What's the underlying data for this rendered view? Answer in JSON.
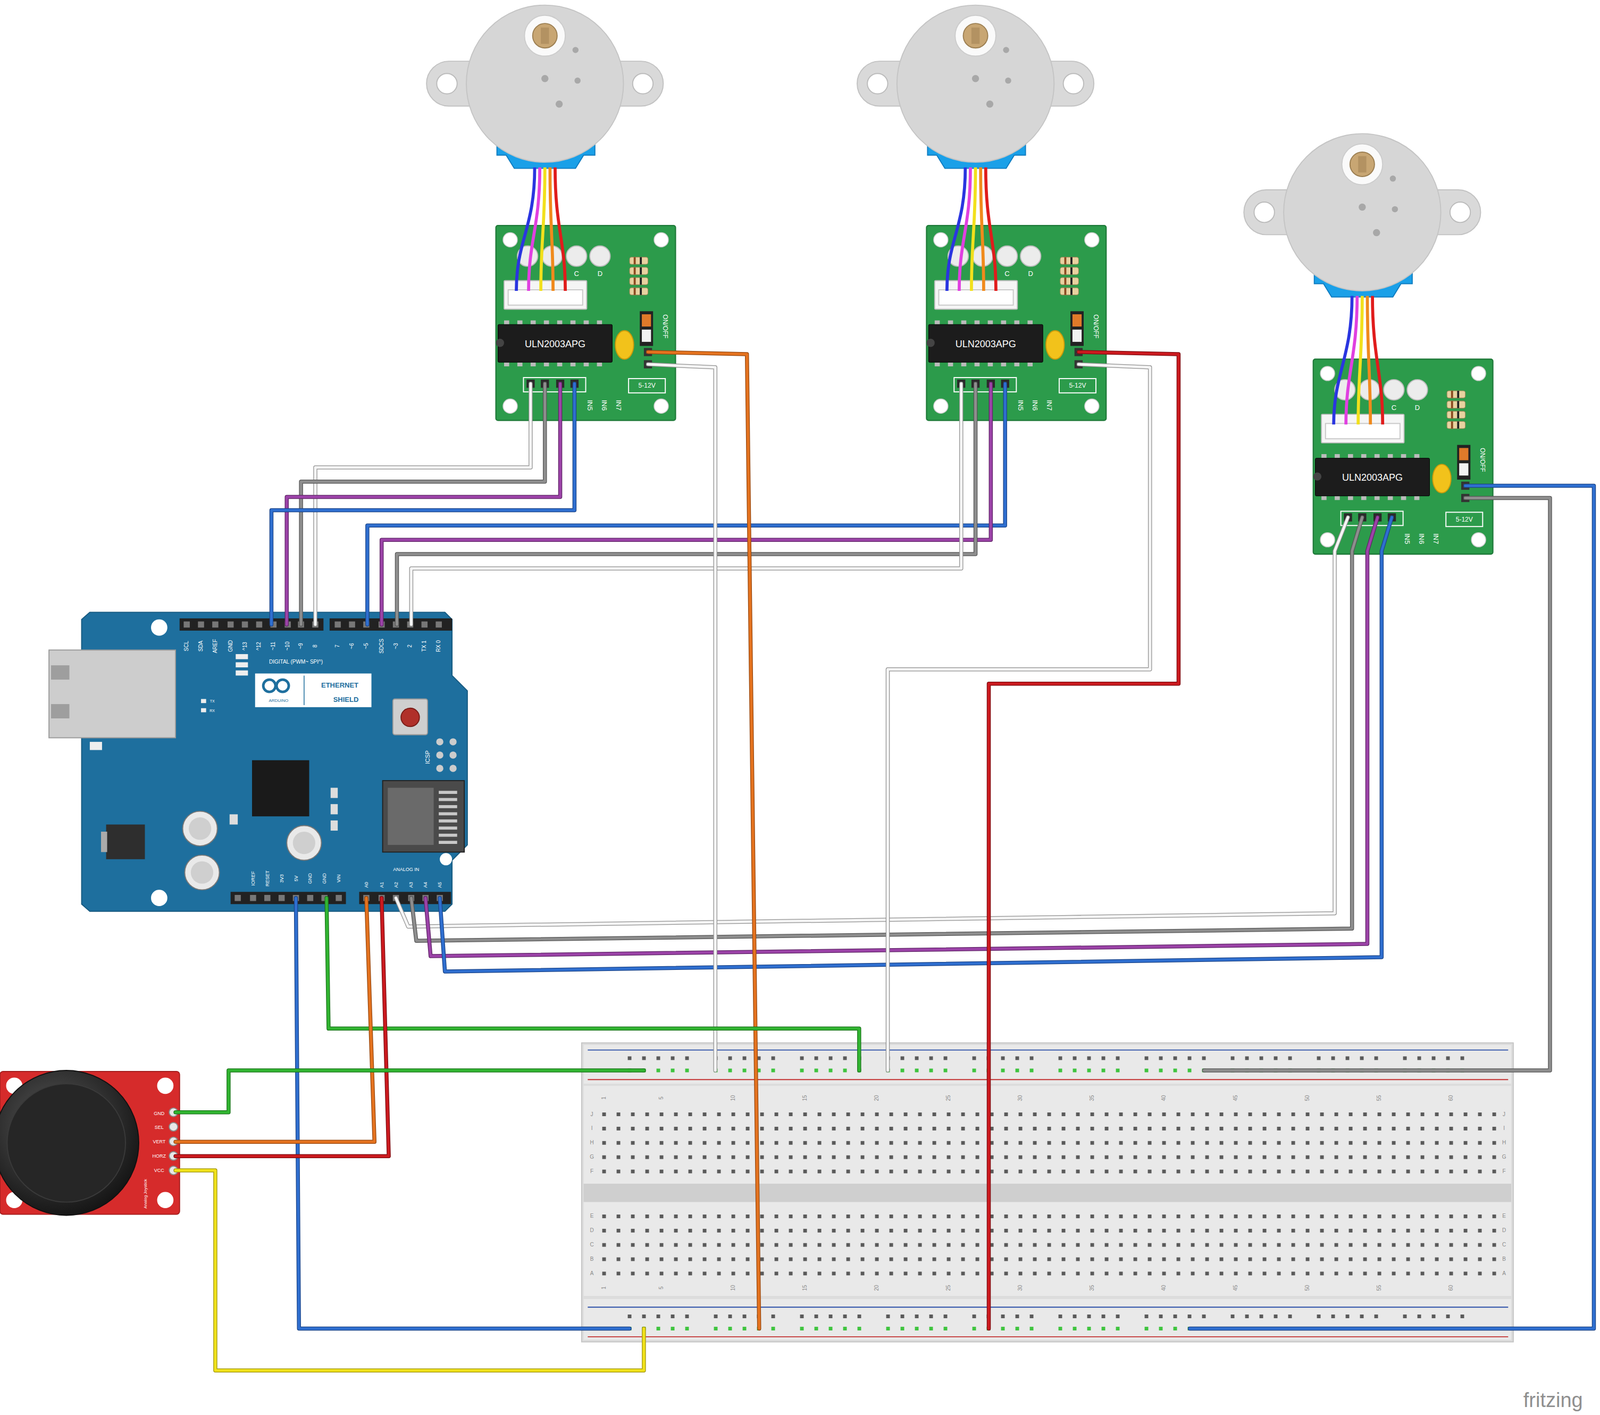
{
  "diagram": {
    "nodes": [
      {
        "text": [
          "C",
          "D",
          "ULN2003APG",
          "ON/OFF",
          "IN5",
          "IN6",
          "IN7",
          "5-12V"
        ]
      },
      {
        "text": [
          "C",
          "D",
          "ULN2003APG",
          "ON/OFF",
          "IN5",
          "IN6",
          "IN7",
          "5-12V"
        ]
      },
      {
        "text": [
          "C",
          "D",
          "ULN2003APG",
          "ON/OFF",
          "IN5",
          "IN6",
          "IN7",
          "5-12V"
        ]
      },
      {
        "text": [
          "SCL",
          "SDA",
          "AREF",
          "GND",
          "^13",
          "^12",
          "~11",
          "~10",
          "~9",
          "8",
          "7",
          "~6",
          "~5",
          "SDCS",
          "~3",
          "2",
          "TX 1",
          "RX 0",
          "DIGITAL (PWM~ SPI^)",
          "ARDUINO",
          "ETHERNET",
          "SHIELD",
          "TX",
          "RX",
          "ICSP",
          "IOREF",
          "RESET",
          "3V3",
          "5V",
          "GND",
          "GND",
          "VIN",
          "ANALOG IN",
          "A0",
          "A1",
          "A2",
          "A3",
          "A4",
          "A5"
        ]
      },
      {
        "text": [
          "GND",
          "SEL",
          "VERT",
          "HORZ",
          "VCC",
          "Analog Joystick"
        ]
      },
      {
        "text": [
          "1",
          "5",
          "10",
          "15",
          "20",
          "25",
          "30",
          "35",
          "40",
          "45",
          "50",
          "55",
          "60",
          "J",
          "I",
          "H",
          "G",
          "F",
          "E",
          "D",
          "C",
          "B",
          "A",
          "J",
          "I",
          "H",
          "G",
          "F",
          "E",
          "D",
          "C",
          "B",
          "A",
          "1",
          "5",
          "10",
          "15",
          "20",
          "25",
          "30",
          "35",
          "40",
          "45",
          "50",
          "55",
          "60"
        ]
      }
    ],
    "edges": [
      {
        "from": 3,
        "to": 0,
        "arrow": "none"
      },
      {
        "from": 3,
        "to": 0,
        "arrow": "none"
      },
      {
        "from": 3,
        "to": 0,
        "arrow": "none"
      },
      {
        "from": 3,
        "to": 0,
        "arrow": "none"
      },
      {
        "from": 3,
        "to": 1,
        "arrow": "none"
      },
      {
        "from": 3,
        "to": 1,
        "arrow": "none"
      },
      {
        "from": 3,
        "to": 1,
        "arrow": "none"
      },
      {
        "from": 3,
        "to": 1,
        "arrow": "none"
      },
      {
        "from": 3,
        "to": 2,
        "arrow": "none"
      },
      {
        "from": 3,
        "to": 2,
        "arrow": "none"
      },
      {
        "from": 3,
        "to": 2,
        "arrow": "none"
      },
      {
        "from": 3,
        "to": 2,
        "arrow": "none"
      },
      {
        "from": 0,
        "to": 5,
        "arrow": "none"
      },
      {
        "from": 0,
        "to": 5,
        "arrow": "none"
      },
      {
        "from": 1,
        "to": 5,
        "arrow": "none"
      },
      {
        "from": 1,
        "to": 5,
        "arrow": "none"
      },
      {
        "from": 2,
        "to": 5,
        "arrow": "none"
      },
      {
        "from": 2,
        "to": 5,
        "arrow": "none"
      },
      {
        "from": 3,
        "to": 5,
        "arrow": "none"
      },
      {
        "from": 3,
        "to": 5,
        "arrow": "none"
      },
      {
        "from": 3,
        "to": 4,
        "arrow": "none"
      },
      {
        "from": 3,
        "to": 4,
        "arrow": "none"
      },
      {
        "from": 4,
        "to": 5,
        "arrow": "none"
      },
      {
        "from": 4,
        "to": 5,
        "arrow": "none"
      }
    ],
    "labels": [
      "fritzing"
    ]
  }
}
